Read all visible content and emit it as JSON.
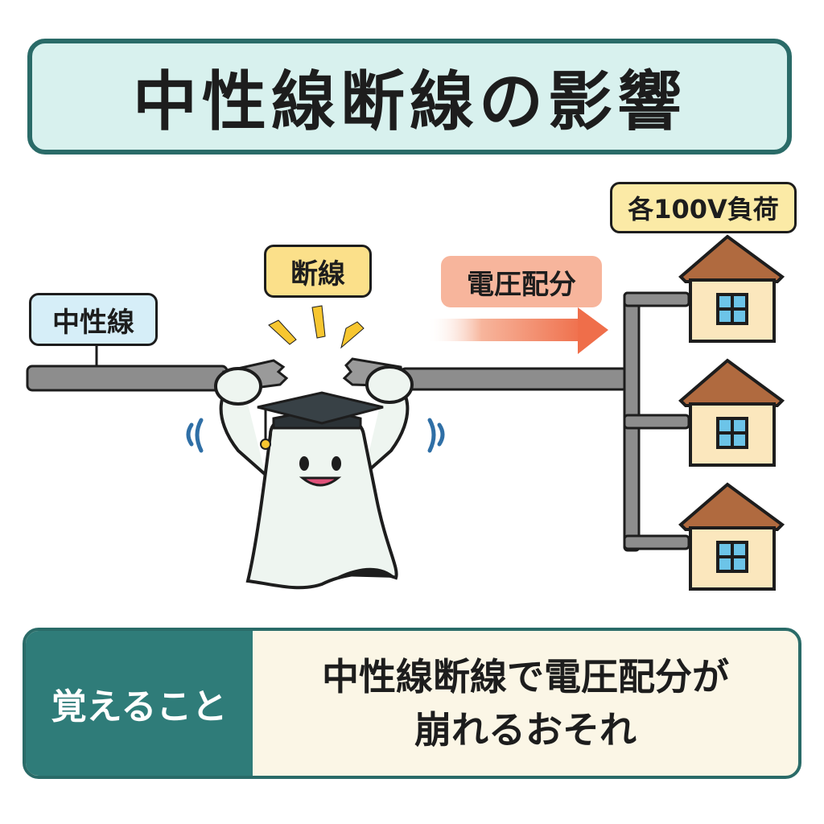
{
  "title": "中性線断線の影響",
  "labels": {
    "neutral_line": "中性線",
    "break": "断線",
    "voltage_division": "電圧配分",
    "loads": "各100V負荷"
  },
  "summary": {
    "heading": "覚えること",
    "line1": "中性線断線で電圧配分が",
    "line2": "崩れるおそれ"
  },
  "colors": {
    "teal": "#2a6b68",
    "title_bg": "#d8f1ee",
    "wire": "#8d8d8d",
    "arrow": "#ef6e4a",
    "house_wall": "#fbe7bd",
    "house_roof": "#b06a3f",
    "window": "#6cc4e8"
  },
  "icons": [
    "ghost-mascot-icon",
    "graduation-cap-icon",
    "house-icon",
    "arrow-right-icon",
    "spark-icon",
    "shake-icon"
  ]
}
